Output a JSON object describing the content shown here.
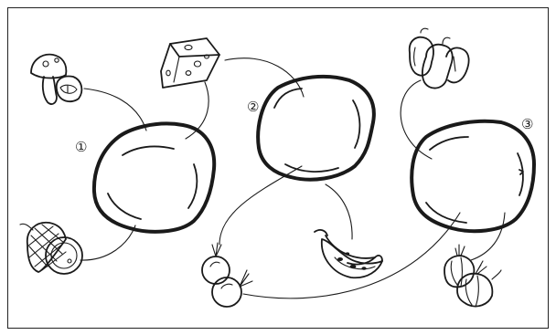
{
  "labels": {
    "dough_1": "①",
    "dough_2": "②",
    "dough_3": "③"
  },
  "icons": {
    "mushroom": "mushroom-icon",
    "cheese": "cheese-icon",
    "ham": "ham-icon",
    "bell_pepper": "bell-pepper-icon",
    "banana": "banana-icon",
    "radish": "radish-icon",
    "onion": "onion-icon"
  },
  "colors": {
    "ink": "#1a1a1a",
    "background": "#ffffff"
  }
}
